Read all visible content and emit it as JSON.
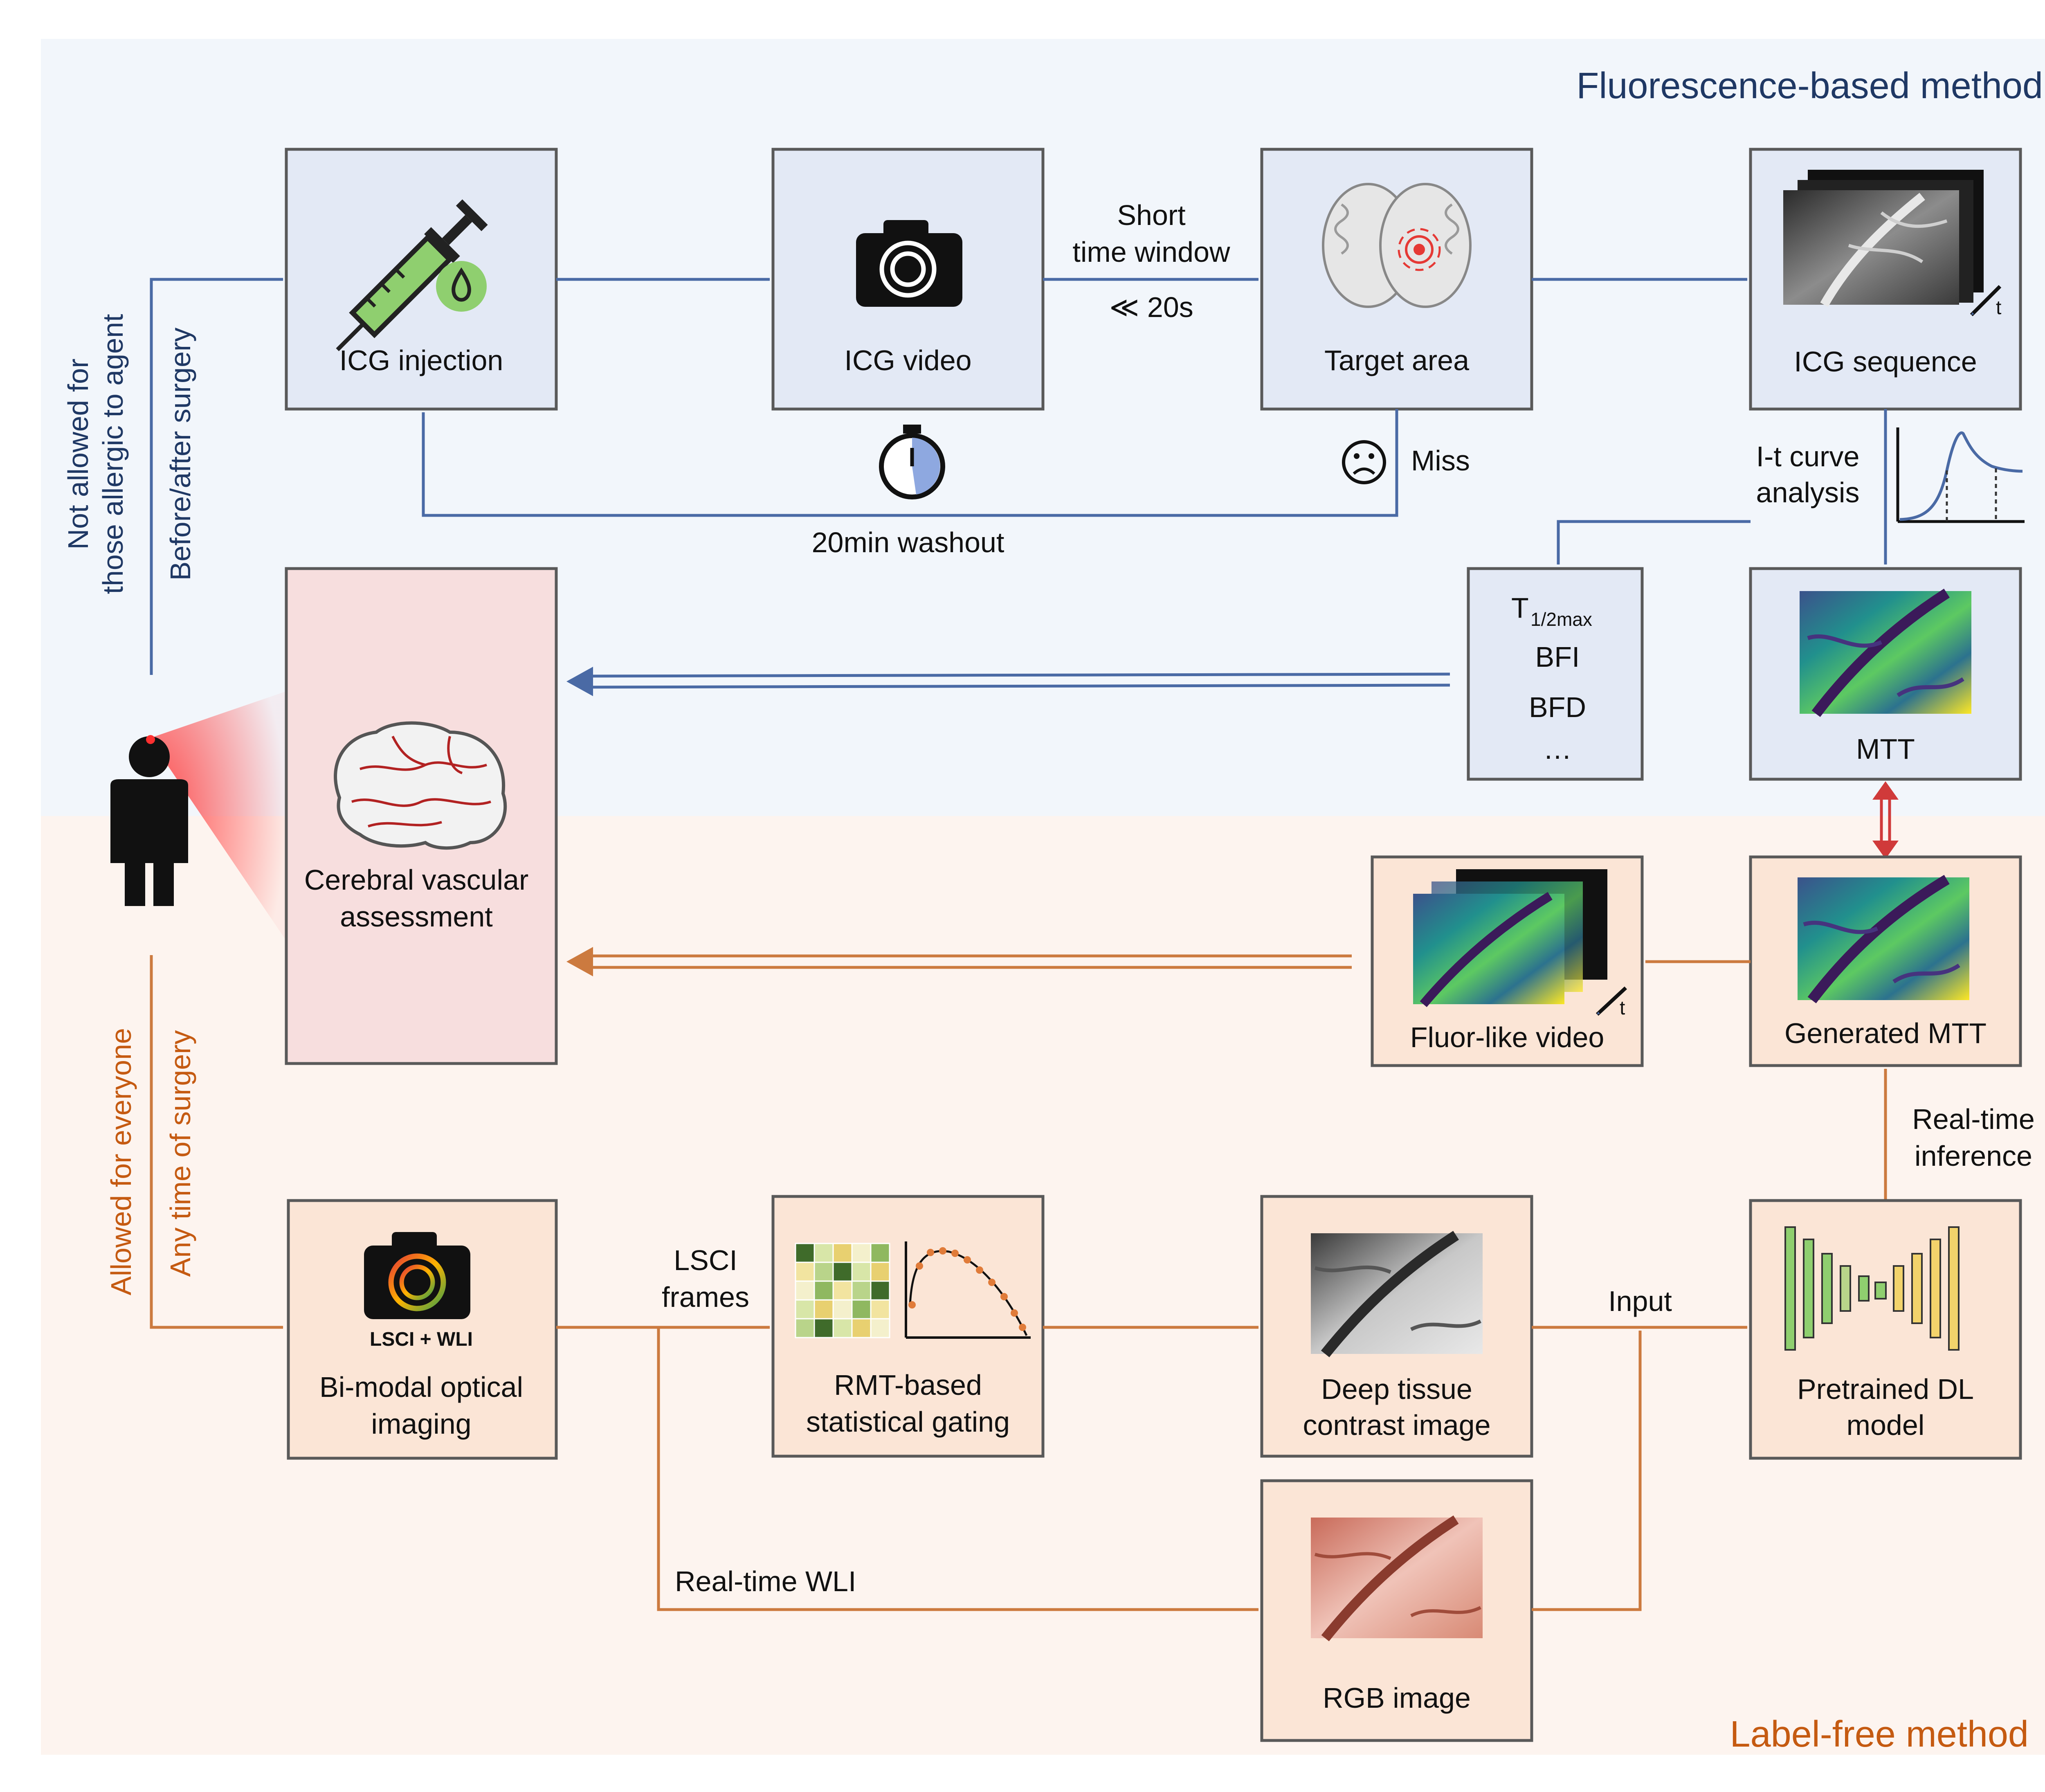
{
  "regions": {
    "top_title": "Fluorescence-based method",
    "bottom_title": "Label-free method"
  },
  "top_row": {
    "icg_injection": "ICG injection",
    "icg_video": "ICG video",
    "target_area": "Target area",
    "icg_sequence": "ICG sequence",
    "short_window_line1": "Short",
    "short_window_line2": "time window",
    "short_window_value": "≪ 20s",
    "washout": "20min washout",
    "miss": "Miss",
    "t_axis": "t"
  },
  "left_labels": {
    "blue_line1": "Not allowed for",
    "blue_line2": "those allergic to agent",
    "blue_line3": "Before/after surgery",
    "orange_line1": "Allowed for everyone",
    "orange_line2": "Any time of surgery"
  },
  "middle": {
    "it_curve_line1": "I-t curve",
    "it_curve_line2": "analysis",
    "params_t": "T",
    "params_t_sub": "1/2max",
    "params_bfi": "BFI",
    "params_bfd": "BFD",
    "params_more": "…",
    "mtt": "MTT",
    "cva_line1": "Cerebral vascular",
    "cva_line2": "assessment",
    "fluor_video": "Fluor-like video",
    "generated_mtt": "Generated MTT",
    "t_axis": "t"
  },
  "bottom_row": {
    "camera_caption": "LSCI + WLI",
    "bimodal_line1": "Bi-modal optical",
    "bimodal_line2": "imaging",
    "lsci_line1": "LSCI",
    "lsci_line2": "frames",
    "rmt_line1": "RMT-based",
    "rmt_line2": "statistical gating",
    "deep_line1": "Deep tissue",
    "deep_line2": "contrast image",
    "input": "Input",
    "pretrained_line1": "Pretrained DL",
    "pretrained_line2": "model",
    "realtime_inf_line1": "Real-time",
    "realtime_inf_line2": "inference",
    "realtime_wli": "Real-time WLI",
    "rgb_image": "RGB image"
  },
  "colors": {
    "blue_region": "#f2f6fb",
    "orange_region": "#fdf4ef",
    "blue_arrow": "#4a6aa5",
    "orange_arrow": "#cc7a3f",
    "red_arrow": "#d03a3a",
    "blue_title": "#1f3864",
    "orange_title": "#c55a11"
  },
  "icons": [
    "syringe-icon",
    "camera-icon",
    "brain-icon",
    "stopwatch-icon",
    "sad-face-icon",
    "person-icon",
    "dl-model-icon"
  ]
}
